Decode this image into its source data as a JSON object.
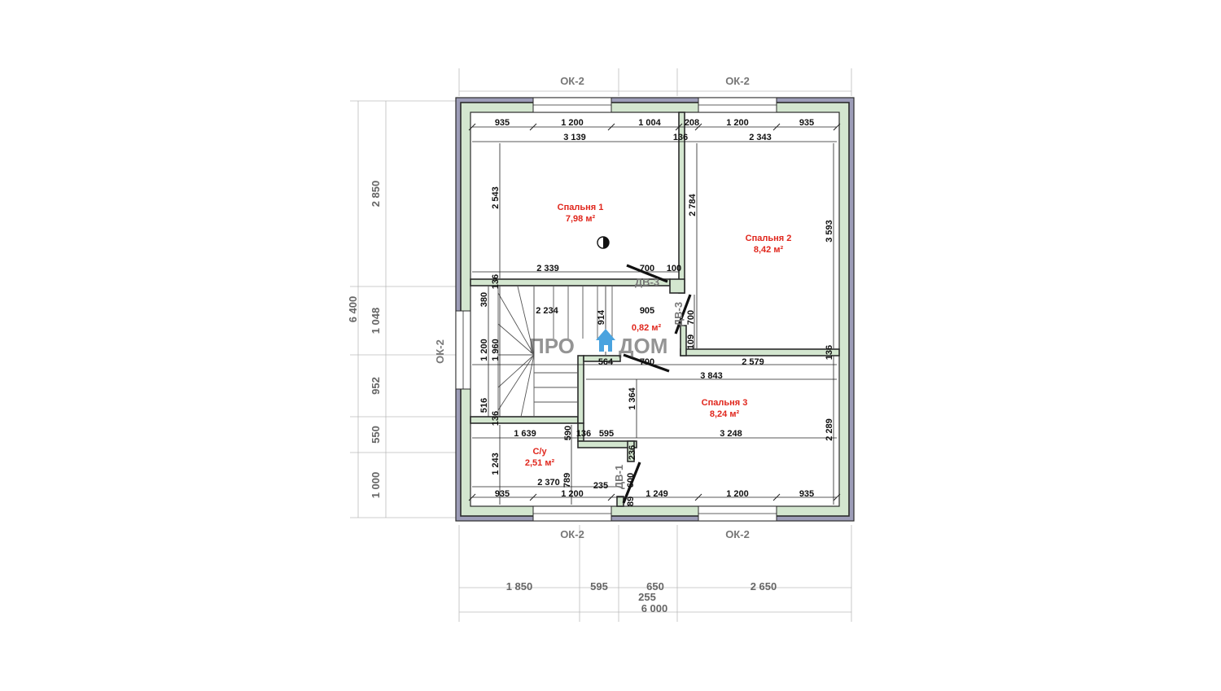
{
  "logo": {
    "left_text": "ПРО",
    "right_text": "ДОМ",
    "accent_color": "#4aa3df"
  },
  "rooms": [
    {
      "name": "Спальня 1",
      "area": "7,98 м²"
    },
    {
      "name": "Спальня 2",
      "area": "8,42 м²"
    },
    {
      "name": "Спальня 3",
      "area": "8,24 м²"
    },
    {
      "name": "С/у",
      "area": "2,51 м²"
    },
    {
      "name": "",
      "area": "0,82 м²"
    }
  ],
  "tags": {
    "window_top_left": "ОК-2",
    "window_top_right": "ОК-2",
    "window_bottom_left": "ОК-2",
    "window_bottom_right": "ОК-2",
    "window_left": "ОК-2",
    "door_1": "ДВ-3",
    "door_2": "ДВ-3",
    "door_3": "ДВ-1"
  },
  "outer_dims": {
    "left_total": "6 400",
    "left_segments": [
      "2 850",
      "1 048",
      "952",
      "550",
      "1 000"
    ],
    "bottom_segments": [
      "1 850",
      "595",
      "650",
      "2 650"
    ],
    "bottom_small": "255",
    "bottom_total": "6 000"
  },
  "inner_dims": {
    "top_row": [
      "935",
      "1 200",
      "1 004",
      "208",
      "1 200",
      "935"
    ],
    "r1_width": "3 139",
    "r1_mid_136": "136",
    "r2_width": "2 343",
    "r1_height": "2 543",
    "r2_left_h": "2 784",
    "r2_right_h": "3 593",
    "r1_bottom": "2 339",
    "d700_a": "700",
    "d100": "100",
    "v136_a": "136",
    "v380": "380",
    "hall_w": "2 234",
    "v914": "914",
    "hall_905": "905",
    "v700_b": "700",
    "v109": "109",
    "v1200": "1 200",
    "v1960": "1 960",
    "h564": "564",
    "h700_c": "700",
    "h2579": "2 579",
    "v136_b": "136",
    "h3843": "3 843",
    "v1364": "1 364",
    "v516": "516",
    "v136_c": "136",
    "h1639": "1 639",
    "v590": "590",
    "h136_d": "136",
    "h595": "595",
    "h3248": "3 248",
    "v2289": "2 289",
    "v236": "236",
    "v1243": "1 243",
    "h2370": "2 370",
    "v789": "789",
    "v600": "600",
    "h235": "235",
    "v89": "89",
    "h1249": "1 249",
    "bottom_row": [
      "935",
      "1 200",
      "1 200",
      "935"
    ]
  }
}
